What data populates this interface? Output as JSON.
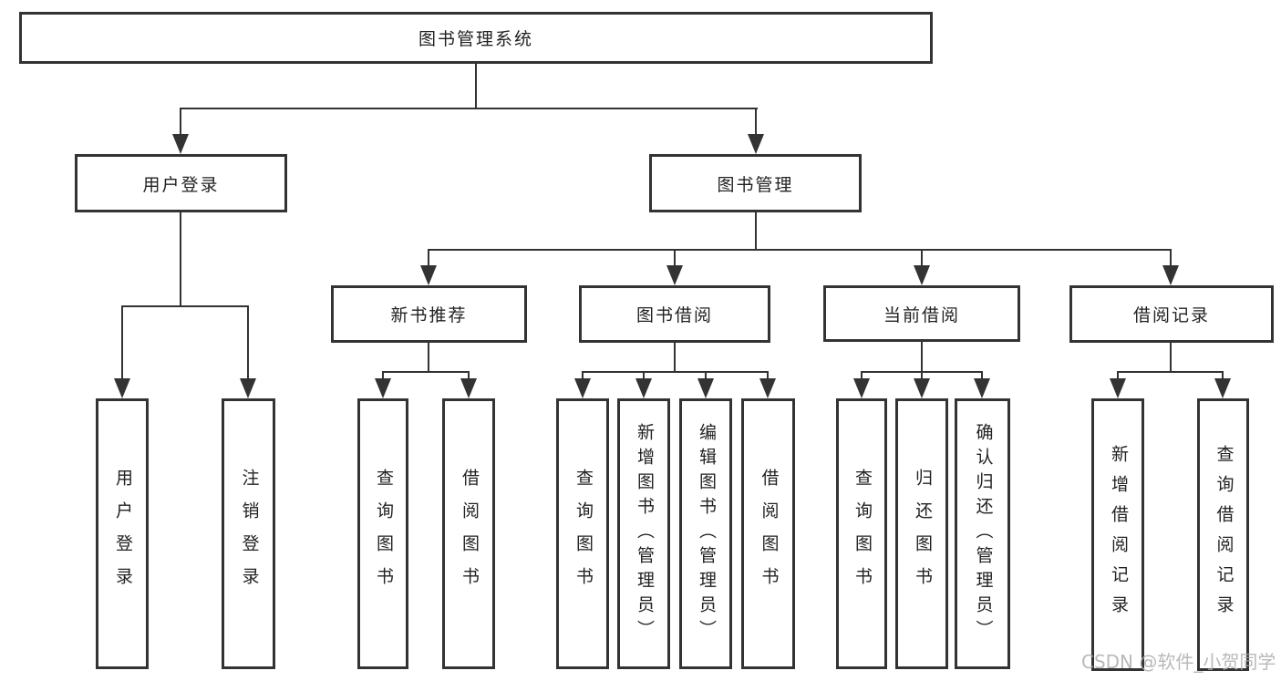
{
  "colors": {
    "line": "#333333",
    "text": "#222222",
    "background": "#ffffff",
    "watermark": "#adadad"
  },
  "diagram": {
    "title": "图书管理系统",
    "level2": {
      "user_login": "用户登录",
      "book_mgmt": "图书管理"
    },
    "level3": {
      "new_book_rec": "新书推荐",
      "book_borrow": "图书借阅",
      "current_borrow": "当前借阅",
      "borrow_records": "借阅记录"
    },
    "leaves": {
      "user_login": "用户登录",
      "logout": "注销登录",
      "query_books_rec": "查询图书",
      "borrow_books_rec": "借阅图书",
      "query_books_borrow": "查询图书",
      "add_books_admin": "新增图书（管理员）",
      "edit_books_admin": "编辑图书（管理员）",
      "borrow_books": "借阅图书",
      "query_books_current": "查询图书",
      "return_books": "归还图书",
      "confirm_return_admin": "确认归还（管理员）",
      "add_borrow_record": "新增借阅记录",
      "query_borrow_record": "查询借阅记录"
    }
  },
  "watermark": {
    "text": "CSDN @软件_小贺同学"
  }
}
